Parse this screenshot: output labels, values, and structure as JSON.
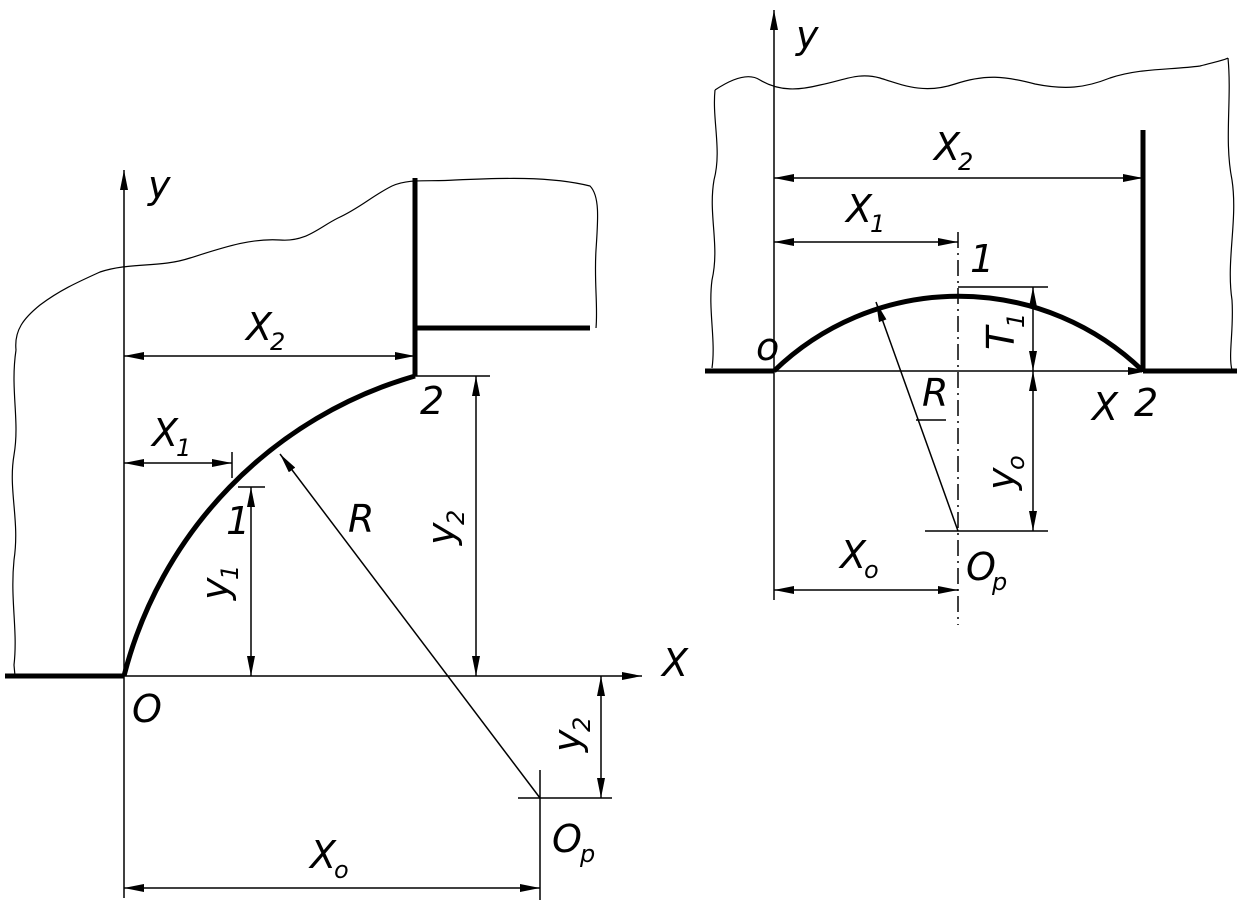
{
  "left": {
    "axis_x": "X",
    "axis_y": "y",
    "origin": "O",
    "point_1": "1",
    "point_2": "2",
    "radius": "R",
    "x1": {
      "main": "X",
      "sub": "1"
    },
    "x2": {
      "main": "X",
      "sub": "2"
    },
    "y1": {
      "main": "y",
      "sub": "1"
    },
    "y2": {
      "main": "y",
      "sub": "2"
    },
    "y2_lower": {
      "main": "y",
      "sub": "2"
    },
    "xo": {
      "main": "X",
      "sub": "o"
    },
    "op": {
      "main": "O",
      "sub": "p"
    }
  },
  "right": {
    "axis_x": "X",
    "axis_y": "y",
    "origin": "o",
    "point_1": "1",
    "point_2": "2",
    "radius": "R",
    "x1": {
      "main": "X",
      "sub": "1"
    },
    "x2": {
      "main": "X",
      "sub": "2"
    },
    "t1": {
      "main": "T",
      "sub": "1"
    },
    "yo": {
      "main": "y",
      "sub": "o"
    },
    "xo": {
      "main": "X",
      "sub": "o"
    },
    "op": {
      "main": "O",
      "sub": "p"
    }
  }
}
